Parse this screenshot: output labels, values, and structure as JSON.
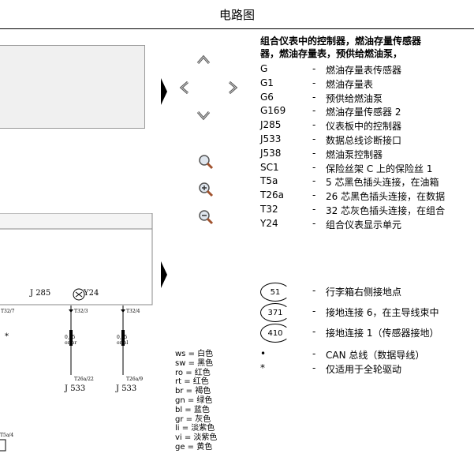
{
  "page": {
    "title": "电路图"
  },
  "legend": {
    "title": "组合仪表中的控制器，燃油存量传感器，燃油存量表，预供给燃油泵，",
    "title_line1": "组合仪表中的控制器，燃油存量传感器",
    "title_line2": "器，燃油存量表，预供给燃油泵，",
    "items": [
      {
        "code": "G",
        "desc": "燃油存量表传感器"
      },
      {
        "code": "G1",
        "desc": "燃油存量表"
      },
      {
        "code": "G6",
        "desc": "预供给燃油泵"
      },
      {
        "code": "G169",
        "desc": "燃油存量传感器 2"
      },
      {
        "code": "J285",
        "desc": "仪表板中的控制器"
      },
      {
        "code": "J533",
        "desc": "数据总线诊断接口"
      },
      {
        "code": "J538",
        "desc": "燃油泵控制器"
      },
      {
        "code": "SC1",
        "desc": "保险丝架 C 上的保险丝 1"
      },
      {
        "code": "T5a",
        "desc": "5 芯黑色插头连接，在油箱"
      },
      {
        "code": "T26a",
        "desc": "26 芯黑色插头连接，在数据"
      },
      {
        "code": "T32",
        "desc": "32 芯灰色插头连接，在组合"
      },
      {
        "code": "Y24",
        "desc": "组合仪表显示单元"
      }
    ],
    "grounds": [
      {
        "code": "51",
        "desc": "行李箱右侧接地点"
      },
      {
        "code": "371",
        "desc": "接地连接 6，在主导线束中"
      },
      {
        "code": "410",
        "desc": "接地连接 1（传感器接地）"
      }
    ],
    "symbols": [
      {
        "code": "•",
        "desc": "CAN 总线（数据导线）"
      },
      {
        "code": "*",
        "desc": "仅适用于全轮驱动"
      }
    ]
  },
  "colors": [
    "ws = 白色",
    "sw = 黑色",
    "ro = 红色",
    "rt = 红色",
    "br = 褐色",
    "gn = 绿色",
    "bl = 蓝色",
    "gr = 灰色",
    "li = 淡紫色",
    "vi = 淡紫色",
    "ge = 黄色"
  ],
  "diagram": {
    "comp_j285": "J 285",
    "comp_y24": "Y24",
    "pin_t32_7": "T32/7",
    "pin_t32_3": "T32/3",
    "pin_t32_4": "T32/4",
    "wire1_size": "0,35",
    "wire1_color": "or/br",
    "wire2_size": "0,35",
    "wire2_color": "or/bl",
    "pin_t26a_22": "T26a/22",
    "pin_t26a_9": "T26a/9",
    "comp_j533_a": "J 533",
    "comp_j533_b": "J 533",
    "pin_t5a_4": "T5a/4",
    "star": "*"
  },
  "icons": {
    "nav_up": "chevron-up-icon",
    "nav_left": "chevron-left-icon",
    "nav_right": "chevron-right-icon",
    "nav_down": "chevron-down-icon",
    "zoom": "magnifier-icon",
    "zoom_in": "zoom-in-icon",
    "zoom_out": "zoom-out-icon",
    "accent_gray": "#f0f0f0"
  }
}
